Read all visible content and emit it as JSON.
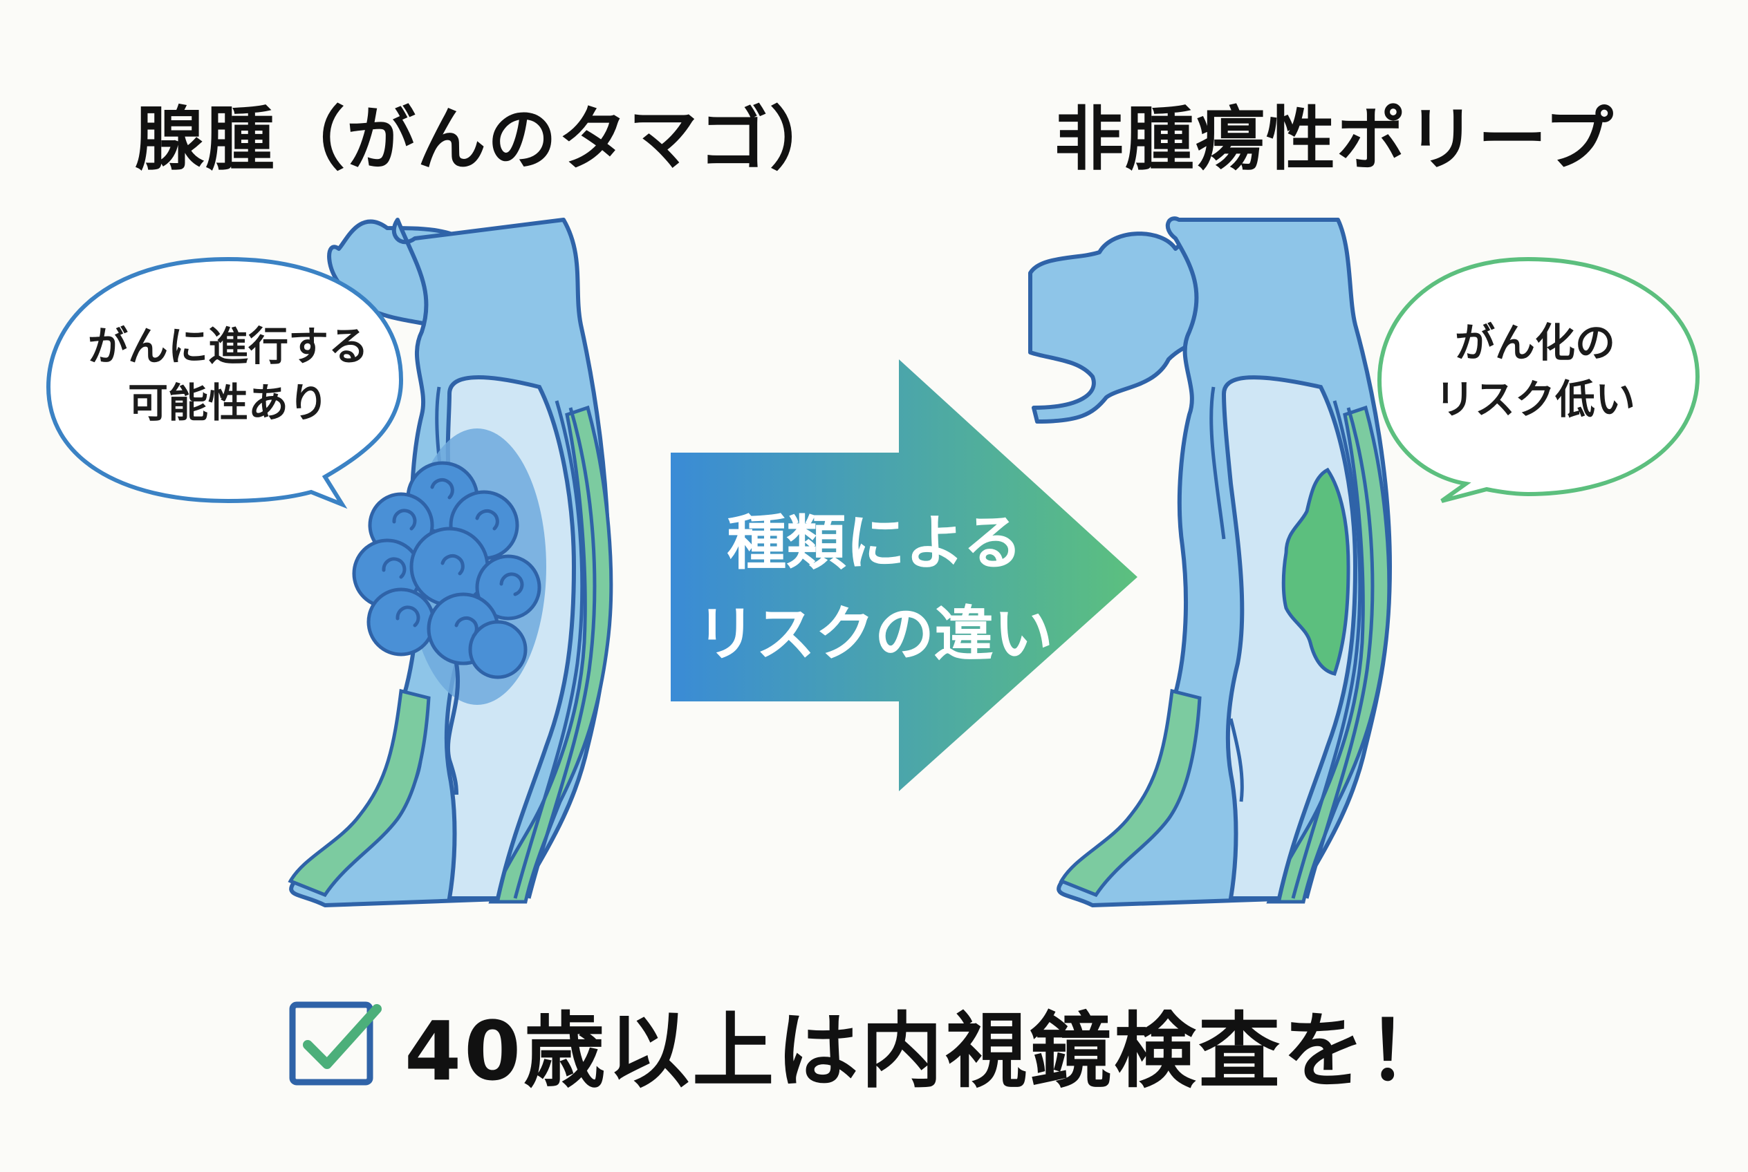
{
  "titles": {
    "left": "腺腫（がんのタマゴ）",
    "right": "非腫瘍性ポリープ"
  },
  "bubbles": {
    "left": {
      "line1": "がんに進行する",
      "line2": "可能性あり"
    },
    "right": {
      "line1": "がん化の",
      "line2": "リスク低い"
    }
  },
  "arrow": {
    "line1": "種類による",
    "line2": "リスクの違い"
  },
  "cta": {
    "text": "40歳以上は内視鏡検査を！",
    "icon": "checkbox-check-icon"
  },
  "colors": {
    "colon_fill": "#8ec5e8",
    "colon_lumen": "#cfe6f5",
    "outline": "#2f63a8",
    "muscle_green": "#7ccba0",
    "adenoma": "#4a90d6",
    "polyp": "#5cbf7e",
    "bubble_left_border": "#3b82c4",
    "bubble_right_border": "#5cbf7e",
    "arrow_start": "#3a8bd6",
    "arrow_end": "#5cc07e"
  }
}
